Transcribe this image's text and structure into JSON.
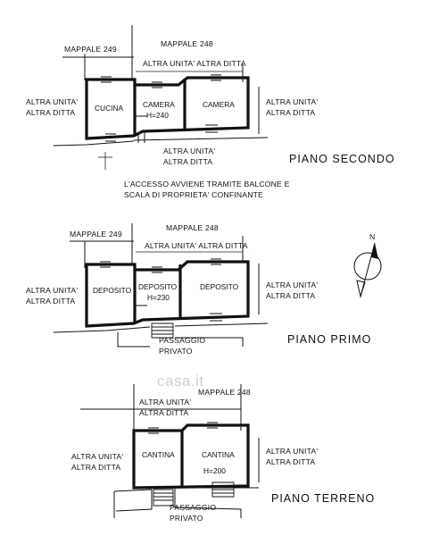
{
  "floors": [
    {
      "title": "PIANO SECONDO",
      "parcel_left": "MAPPALE 249",
      "parcel_right": "MAPPALE 248",
      "top_neighbor": "ALTRA UNITA' ALTRA DITTA",
      "left_neighbor": [
        "ALTRA UNITA'",
        "ALTRA DITTA"
      ],
      "right_neighbor": [
        "ALTRA UNITA'",
        "ALTRA DITTA"
      ],
      "bottom_neighbor": [
        "ALTRA UNITA'",
        "ALTRA DITTA"
      ],
      "rooms": [
        "CUCINA",
        "CAMERA",
        "H=240",
        "CAMERA"
      ],
      "note": [
        "L'ACCESSO AVVIENE TRAMITE BALCONE E",
        "SCALA DI PROPRIETA' CONFINANTE"
      ]
    },
    {
      "title": "PIANO PRIMO",
      "parcel_left": "MAPPALE 249",
      "parcel_right": "MAPPALE 248",
      "top_neighbor": "ALTRA UNITA' ALTRA DITTA",
      "left_neighbor": [
        "ALTRA UNITA'",
        "ALTRA DITTA"
      ],
      "right_neighbor": [
        "ALTRA UNITA'",
        "ALTRA DITTA"
      ],
      "rooms": [
        "DEPOSITO",
        "DEPOSITO",
        "H=230",
        "DEPOSITO"
      ],
      "passage": [
        "PASSAGGIO",
        "PRIVATO"
      ]
    },
    {
      "title": "PIANO TERRENO",
      "parcel_right": "MAPPALE 248",
      "top_neighbor": [
        "ALTRA UNITA'",
        "ALTRA DITTA"
      ],
      "left_neighbor": [
        "ALTRA UNITA'",
        "ALTRA DITTA"
      ],
      "right_neighbor": [
        "ALTRA UNITA'",
        "ALTRA DITTA"
      ],
      "rooms": [
        "CANTINA",
        "CANTINA",
        "H=200"
      ],
      "passage": [
        "PASSAGGIO",
        "PRIVATO"
      ]
    }
  ],
  "compass_label": "N",
  "watermark": "casa.it"
}
